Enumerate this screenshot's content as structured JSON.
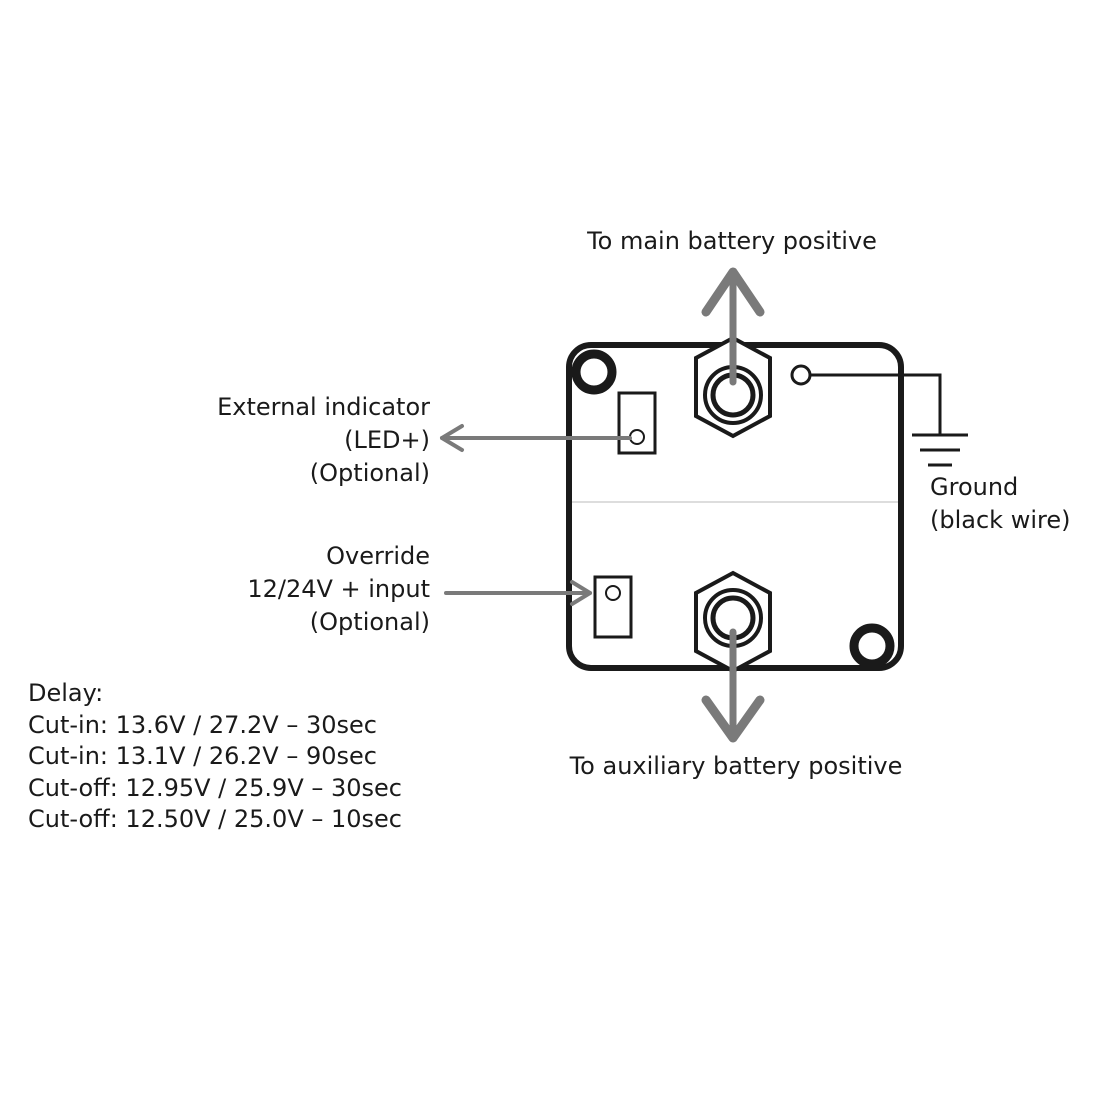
{
  "labels": {
    "main_battery": "To main battery positive",
    "aux_battery": "To auxiliary battery positive",
    "ext_indicator": [
      "External indicator",
      "(LED+)",
      "(Optional)"
    ],
    "override": [
      "Override",
      "12/24V + input",
      "(Optional)"
    ],
    "ground": [
      "Ground",
      "(black wire)"
    ]
  },
  "delay": {
    "title": "Delay:",
    "lines": [
      "Cut-in: 13.6V / 27.2V – 30sec",
      "Cut-in: 13.1V / 26.2V – 90sec",
      "Cut-off: 12.95V / 25.9V – 30sec",
      "Cut-off: 12.50V / 25.0V – 10sec"
    ]
  },
  "colors": {
    "ink": "#1a1a1a",
    "arrow": "#7a7a7a"
  }
}
